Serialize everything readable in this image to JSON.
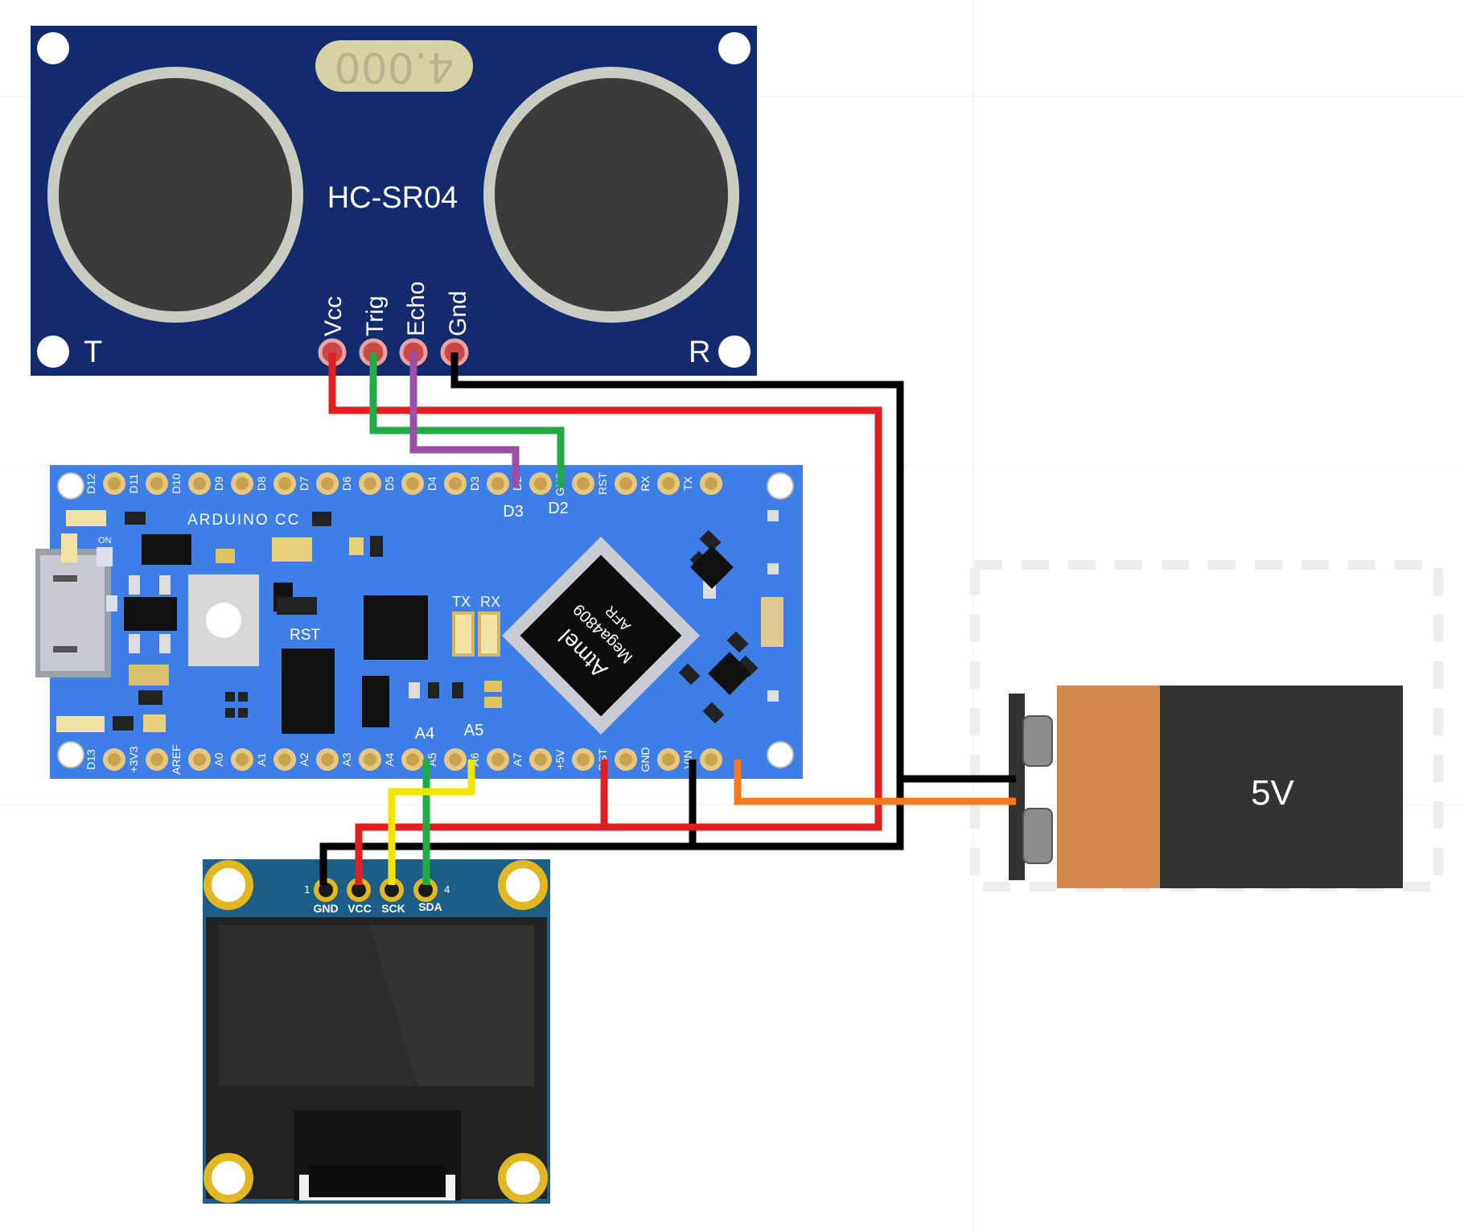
{
  "sensor": {
    "crystal": "4.000",
    "model": "HC-SR04",
    "corner_left": "T",
    "corner_right": "R",
    "pins": [
      "Vcc",
      "Trig",
      "Echo",
      "Gnd"
    ]
  },
  "arduino": {
    "brand": "ARDUINO CC",
    "on_label": "ON",
    "rst_label": "RST",
    "tx_label": "TX",
    "rx_label": "RX",
    "chip_line1": "Atmel",
    "chip_line2": "Mega4809",
    "chip_line3": "AFR",
    "top_pins": [
      "D12",
      "D11",
      "D10",
      "D9",
      "D8",
      "D7",
      "D6",
      "D5",
      "D4",
      "D3",
      "D2",
      "GND",
      "RST",
      "RX",
      "TX"
    ],
    "bottom_pins": [
      "D13",
      "+3V3",
      "AREF",
      "A0",
      "A1",
      "A2",
      "A3",
      "A4",
      "A5",
      "A6",
      "A7",
      "+5V",
      "RST",
      "GND",
      "VIN"
    ],
    "callout_d3": "D3",
    "callout_d2": "D2",
    "callout_a4": "A4",
    "callout_a5": "A5"
  },
  "oled": {
    "pins": [
      "GND",
      "VCC",
      "SCK",
      "SDA"
    ],
    "pin1": "1",
    "pin4": "4"
  },
  "battery": {
    "label": "5V"
  },
  "colors": {
    "sensor_board": "#122b6e",
    "arduino_board": "#3d7fe6",
    "oled_board": "#1b5e87",
    "wire_red": "#e02020",
    "wire_black": "#000000",
    "wire_green": "#22aa44",
    "wire_purple": "#9b4fa8",
    "wire_yellow": "#f2e600",
    "wire_orange": "#f47a20",
    "battery_copper": "#d4894c",
    "battery_body": "#333333",
    "gold_pad": "#d9a520"
  }
}
